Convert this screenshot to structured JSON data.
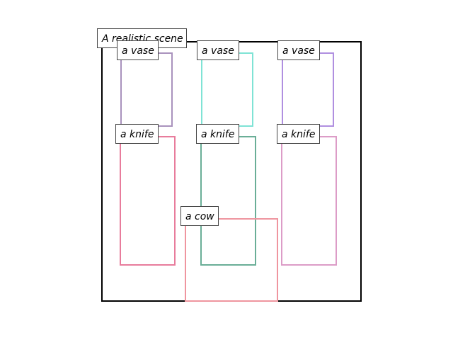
{
  "scene": {
    "label": "A realistic scene",
    "frame_color": "#000000"
  },
  "objects": [
    {
      "label": "a vase",
      "color": "#a992bd"
    },
    {
      "label": "a vase",
      "color": "#7fe3d5"
    },
    {
      "label": "a vase",
      "color": "#b08fe0"
    },
    {
      "label": "a knife",
      "color": "#e87c9c"
    },
    {
      "label": "a knife",
      "color": "#6aae97"
    },
    {
      "label": "a knife",
      "color": "#dc9cc7"
    },
    {
      "label": "a cow",
      "color": "#ef959f"
    }
  ]
}
